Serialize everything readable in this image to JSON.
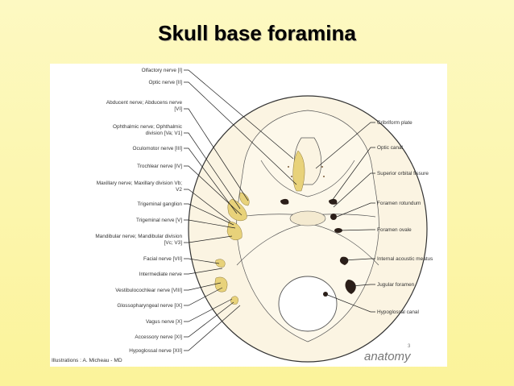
{
  "slide": {
    "title": "Skull base foramina"
  },
  "figure": {
    "left_labels": [
      {
        "lines": [
          "Olfactory nerve [I]"
        ]
      },
      {
        "lines": [
          "Optic nerve [II]"
        ]
      },
      {
        "lines": [
          "Abducent nerve; Abducens nerve",
          "[VI]"
        ]
      },
      {
        "lines": [
          "Ophthalmic nerve; Ophthalmic",
          "division [Va; V1]"
        ]
      },
      {
        "lines": [
          "Oculomotor nerve [III]"
        ]
      },
      {
        "lines": [
          "Trochlear nerve [IV]"
        ]
      },
      {
        "lines": [
          "Maxillary nerve; Maxillary division Vb;",
          "V2"
        ]
      },
      {
        "lines": [
          "Trigeminal ganglion"
        ]
      },
      {
        "lines": [
          "Trigeminal nerve [V]"
        ]
      },
      {
        "lines": [
          "Mandibular nerve; Mandibular division",
          "[Vc; V3]"
        ]
      },
      {
        "lines": [
          "Facial nerve [VII]"
        ]
      },
      {
        "lines": [
          "Intermediate nerve"
        ]
      },
      {
        "lines": [
          "Vestibulocochlear nerve [VIII]"
        ]
      },
      {
        "lines": [
          "Glossopharyngeal nerve [IX]"
        ]
      },
      {
        "lines": [
          "Vagus nerve [X]"
        ]
      },
      {
        "lines": [
          "Accessory nerve [XI]"
        ]
      },
      {
        "lines": [
          "Hypoglossal nerve [XII]"
        ]
      }
    ],
    "right_labels": [
      {
        "text": "Cribriform plate"
      },
      {
        "text": "Optic canal"
      },
      {
        "text": "Superior orbital fissure"
      },
      {
        "text": "Foramen rotundum"
      },
      {
        "text": "Foramen ovale"
      },
      {
        "text": "Internal acoustic meatus"
      },
      {
        "text": "Jugular foramen"
      },
      {
        "text": "Hypoglossal canal"
      }
    ],
    "credit": "Illustrations : A. Micheau - MD",
    "brand": "anatomy",
    "brand_sup": "3",
    "colors": {
      "nerve": "#e8d27a",
      "bone": "#fbf4e2",
      "foramen": "#2b1e18"
    }
  }
}
